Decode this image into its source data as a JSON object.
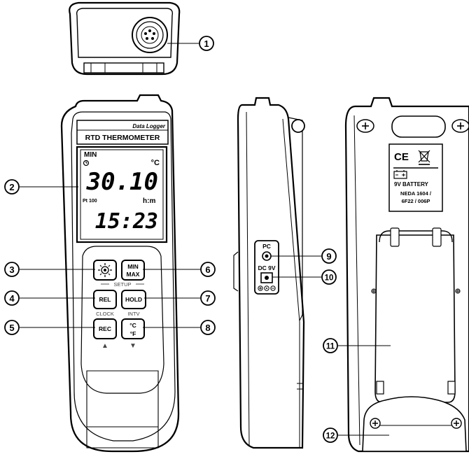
{
  "device": {
    "brand_label": "Data Logger",
    "model_label": "RTD THERMOMETER",
    "lcd": {
      "mode": "MIN",
      "unit": "°C",
      "reading": "30.10",
      "sensor": "Pt 100",
      "time_label": "h:m",
      "time": "15:23"
    },
    "buttons": {
      "min_max_1": "MIN",
      "min_max_2": "MAX",
      "setup": "SETUP",
      "rel": "REL",
      "hold": "HOLD",
      "clock": "CLOCK",
      "intv": "INTV",
      "rec": "REC",
      "unit_c": "°C",
      "unit_f": "°F",
      "up_arrow": "▲",
      "down_arrow": "▼"
    }
  },
  "side": {
    "pc_label": "PC",
    "dc_label": "DC 9V"
  },
  "back": {
    "battery_label": "9V  BATTERY",
    "neda_line1": "NEDA 1604 /",
    "neda_line2": "6F22 / 006P",
    "ce_mark": "CE"
  },
  "callouts": [
    "1",
    "2",
    "3",
    "4",
    "5",
    "6",
    "7",
    "8",
    "9",
    "10",
    "11",
    "12"
  ],
  "icons": {
    "backlight": "sun-icon",
    "clock": "clock-icon",
    "connector": "round-connector-icon",
    "battery": "battery-icon",
    "weee": "crossed-bin-icon",
    "screw": "screw-icon",
    "polarity": "polarity-icon"
  }
}
